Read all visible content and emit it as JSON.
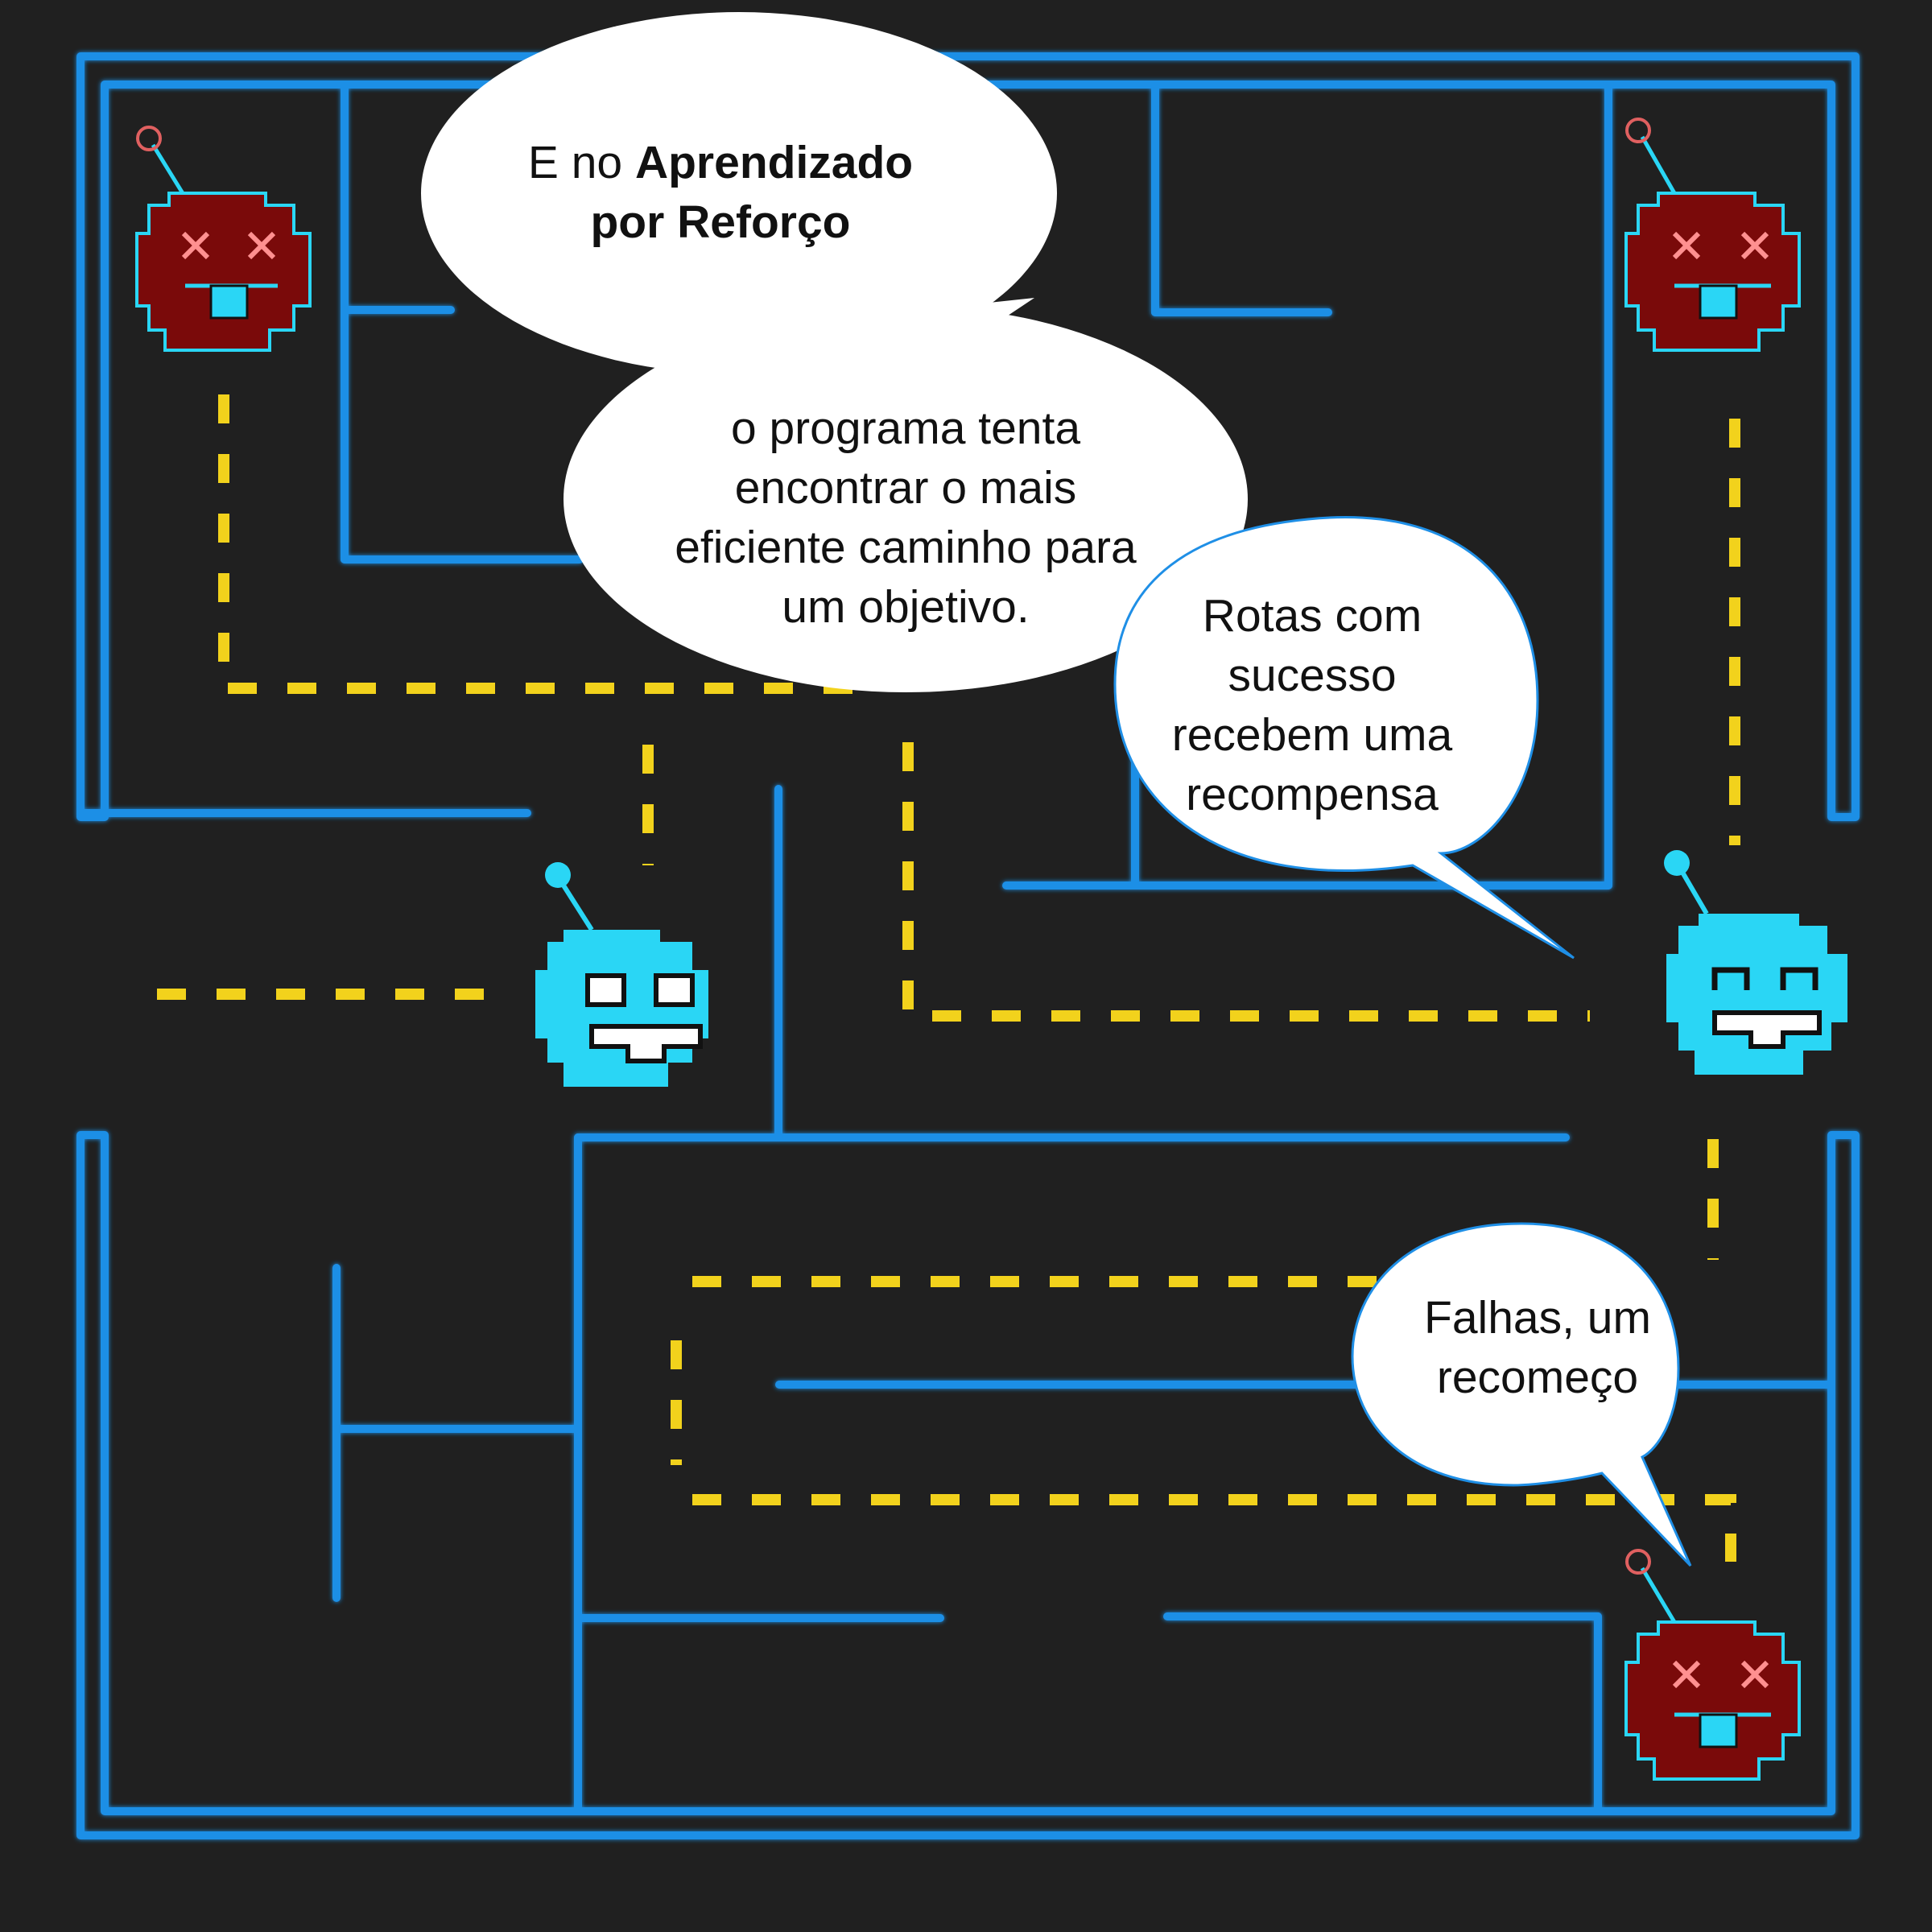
{
  "colors": {
    "background": "#202020",
    "maze_wall": "#1f8fe6",
    "path": "#f2d21c",
    "happy_robot": "#2ad6f5",
    "dead_robot": "#7a0a0a",
    "dead_robot_outline": "#2ad6f5",
    "bubble": "#ffffff",
    "bubble_outline": "#1f8fe6"
  },
  "bubbles": {
    "intro": {
      "line1_prefix": "E no ",
      "line1_bold": "Aprendizado",
      "line2_bold": "por Reforço"
    },
    "explanation": {
      "line1": "o programa tenta",
      "line2": "encontrar o mais",
      "line3": "eficiente caminho para",
      "line4": "um objetivo."
    },
    "reward": {
      "line1": "Rotas com",
      "line2": "sucesso",
      "line3": "recebem uma",
      "line4": "recompensa"
    },
    "failure": {
      "line1": "Falhas, um",
      "line2": "recomeço"
    }
  },
  "characters": {
    "happy_robot_left": "happy-robot",
    "happy_robot_right": "laughing-robot",
    "dead_robot_top_left": "dead-robot",
    "dead_robot_top_right": "dead-robot",
    "dead_robot_bottom_right": "dead-robot"
  }
}
